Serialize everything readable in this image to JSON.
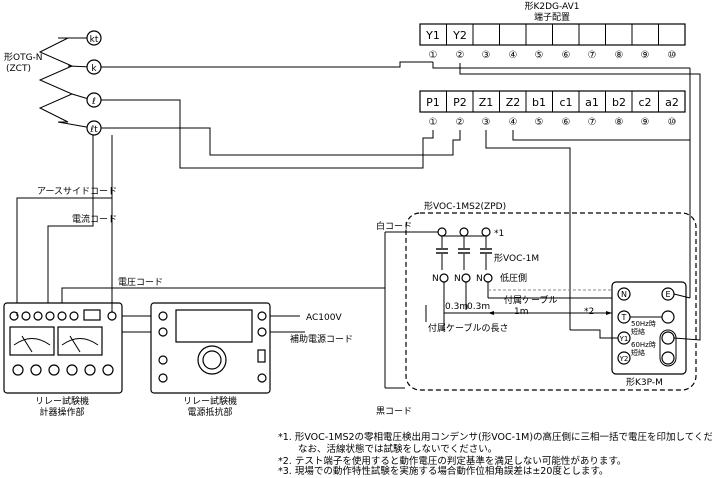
{
  "terminal_block_top": {
    "model": "形K2DG-AV1",
    "caption": "端子配置",
    "row1": [
      "Y1",
      "Y2",
      "",
      "",
      "",
      "",
      "",
      "",
      "",
      ""
    ],
    "row2": [
      "P1",
      "P2",
      "Z1",
      "Z2",
      "b1",
      "c1",
      "a1",
      "b2",
      "c2",
      "a2"
    ],
    "numbers": [
      "①",
      "②",
      "③",
      "④",
      "⑤",
      "⑥",
      "⑦",
      "⑧",
      "⑨",
      "⑩"
    ]
  },
  "zct": {
    "label_line1": "形OTG-N",
    "label_line2": "(ZCT)",
    "terminals": [
      "kt",
      "k",
      "ℓ",
      "ℓt"
    ]
  },
  "cords": {
    "earth_side": "アースサイドコード",
    "current": "電流コード",
    "voltage": "電圧コード",
    "white": "白コード",
    "black": "黒コード",
    "aux_power": "補助電源コード",
    "ac": "AC100V"
  },
  "zpd": {
    "title": "形VOC-1MS2(ZPD)",
    "note_mark": "*1",
    "capacitor_label": "形VOC-1M",
    "low_side": "低圧側",
    "terminals": [
      "N",
      "N",
      "N"
    ],
    "attached_cable": "付属ケーブル",
    "cable_length_value": "1m",
    "len1": "0.3m",
    "len2": "0.3m",
    "cable_length_caption": "付属ケーブルの長さ",
    "mark2": "*2"
  },
  "k3p": {
    "model": "形K3P-M",
    "terminals": [
      "N",
      "E",
      "T",
      "Y1",
      "Y2"
    ],
    "short_50_line1": "50Hz時",
    "short_50_line2": "短絡",
    "short_60_line1": "60Hz時",
    "short_60_line2": "短絡"
  },
  "tester": {
    "unit1_line1": "リレー試験機",
    "unit1_line2": "計器操作部",
    "unit2_line1": "リレー試験機",
    "unit2_line2": "電源抵抗部"
  },
  "notes": [
    "*1. 形VOC-1MS2の零相電圧検出用コンデンサ(形VOC-1M)の高圧側に三相一括で電圧を印加してください。",
    "なお、活線状態では試験をしないでください。",
    "*2. テスト端子を使用すると動作電圧の判定基準を満足しない可能性があります。",
    "*3. 現場での動作特性試験を実施する場合動作位相角誤差は±20度とします。"
  ]
}
